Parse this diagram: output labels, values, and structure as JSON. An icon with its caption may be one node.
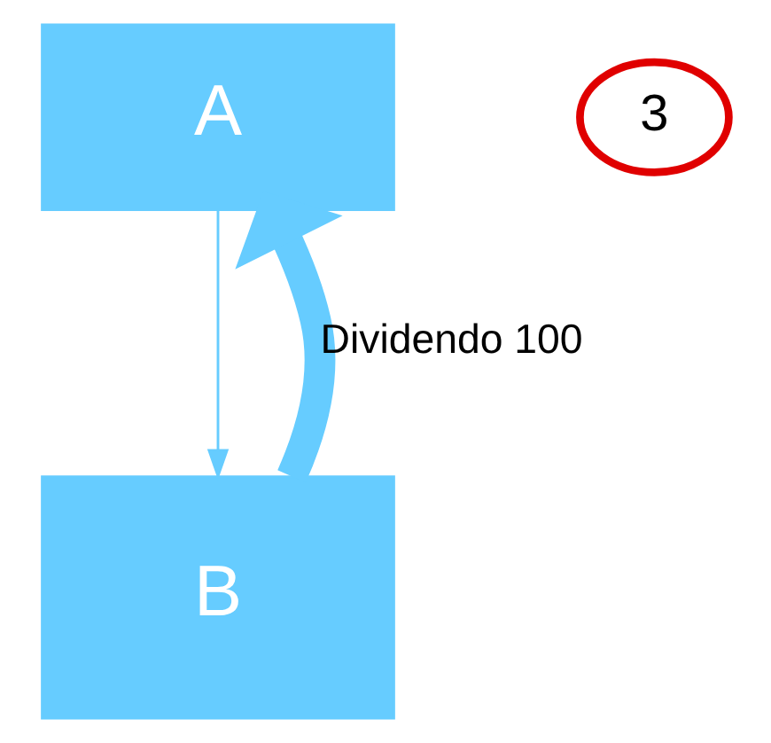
{
  "diagram": {
    "nodes": [
      {
        "text": [
          "A"
        ]
      },
      {
        "text": [
          "B"
        ]
      },
      {
        "text": [
          "3"
        ]
      }
    ],
    "edges": [
      {
        "from": 0,
        "to": 1,
        "arrow": "to"
      },
      {
        "from": 1,
        "to": 0,
        "arrow": "to",
        "style": "thick",
        "label": "Dividendo 100"
      }
    ]
  }
}
